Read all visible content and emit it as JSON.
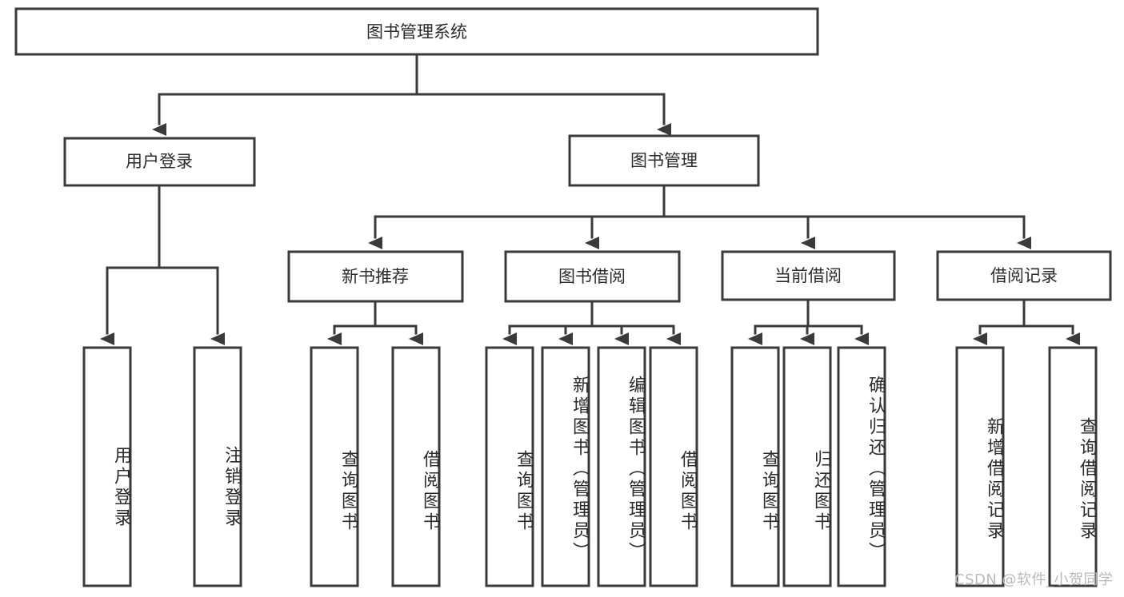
{
  "diagram": {
    "title": "图书管理系统",
    "type": "hierarchy-tree",
    "root": {
      "label": "图书管理系统"
    },
    "level2": [
      {
        "label": "用户登录"
      },
      {
        "label": "图书管理"
      }
    ],
    "level3": [
      {
        "label": "新书推荐"
      },
      {
        "label": "图书借阅"
      },
      {
        "label": "当前借阅"
      },
      {
        "label": "借阅记录"
      }
    ],
    "leaves": {
      "user_login": [
        {
          "label": "用户登录"
        },
        {
          "label": "注销登录"
        }
      ],
      "new_book_recommend": [
        {
          "label": "查询图书"
        },
        {
          "label": "借阅图书"
        }
      ],
      "book_borrow": [
        {
          "label": "查询图书"
        },
        {
          "label": "新增图书（管理员）"
        },
        {
          "label": "编辑图书（管理员）"
        },
        {
          "label": "借阅图书"
        }
      ],
      "current_borrow": [
        {
          "label": "查询图书"
        },
        {
          "label": "归还图书"
        },
        {
          "label": "确认归还（管理员）"
        }
      ],
      "borrow_record": [
        {
          "label": "新增借阅记录"
        },
        {
          "label": "查询借阅记录"
        }
      ]
    },
    "colors": {
      "stroke": "#3a3a3a",
      "fill": "#ffffff",
      "text": "#2b2b2b",
      "watermark": "#b9b9b9"
    }
  },
  "watermark": {
    "text": "CSDN @软件_小贺同学"
  }
}
